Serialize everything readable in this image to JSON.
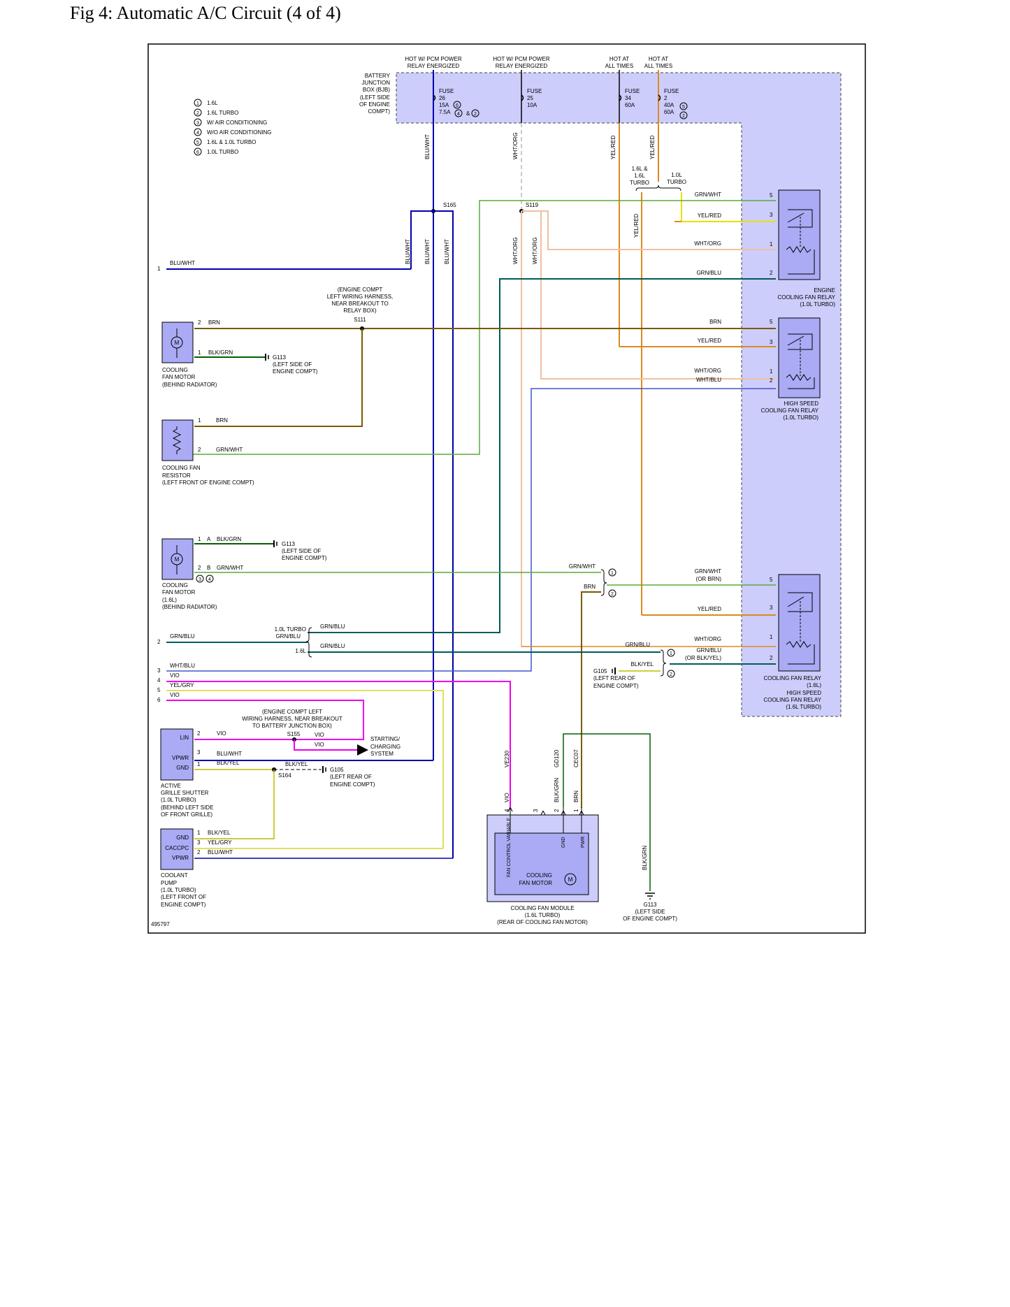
{
  "title": "Fig 4: Automatic A/C Circuit (4 of 4)",
  "figure_id": "495797",
  "legend": [
    {
      "n": "1",
      "text": "1.6L"
    },
    {
      "n": "2",
      "text": "1.6L TURBO"
    },
    {
      "n": "3",
      "text": "W/ AIR CONDITIONING"
    },
    {
      "n": "4",
      "text": "W/O AIR CONDITIONING"
    },
    {
      "n": "5",
      "text": "1.6L & 1.0L TURBO"
    },
    {
      "n": "6",
      "text": "1.0L TURBO"
    }
  ],
  "power": {
    "bjb_label": [
      "BATTERY",
      "JUNCTION",
      "BOX (BJB)",
      "(LEFT SIDE",
      "OF ENGINE",
      "COMPT)"
    ],
    "feeds": [
      {
        "id": "f26",
        "hot": [
          "HOT W/ PCM POWER",
          "RELAY ENERGIZED"
        ],
        "fuse": [
          "FUSE",
          "26",
          "15A",
          "7.5A"
        ],
        "wire": "BLU/WHT"
      },
      {
        "id": "f25",
        "hot": [
          "HOT W/ PCM POWER",
          "RELAY ENERGIZED"
        ],
        "fuse": [
          "FUSE",
          "25",
          "10A"
        ],
        "wire": "WHT/ORG"
      },
      {
        "id": "f34",
        "hot": [
          "HOT AT",
          "ALL TIMES"
        ],
        "fuse": [
          "FUSE",
          "34",
          "60A"
        ],
        "wire": "YEL/RED"
      },
      {
        "id": "f2",
        "hot": [
          "HOT AT",
          "ALL TIMES"
        ],
        "fuse": [
          "FUSE",
          "2",
          "40A",
          "60A"
        ],
        "wire": "YEL/RED"
      }
    ],
    "amp": "&",
    "branch_a": [
      "1.6L &",
      "1.6L",
      "TURBO"
    ],
    "branch_b": [
      "1.0L",
      "TURBO"
    ]
  },
  "splices": {
    "s165": "S165",
    "s119": "S119",
    "s111": "S111",
    "s111_note": [
      "(ENGINE COMPT",
      "LEFT WIRING HARNESS,",
      "NEAR BREAKOUT TO",
      "RELAY BOX)"
    ],
    "s155": "S155",
    "s155_note": [
      "(ENGINE COMPT LEFT",
      "WIRING HARNESS, NEAR BREAKOUT",
      "TO BATTERY JUNCTION BOX)"
    ],
    "s164": "S164"
  },
  "grounds": {
    "g113": "G113",
    "g113_note": [
      "(LEFT SIDE OF",
      "ENGINE COMPT)"
    ],
    "g105": "G105",
    "g105_note": [
      "(LEFT REAR OF",
      "ENGINE COMPT)"
    ],
    "g113_side": [
      "(LEFT SIDE",
      "OF ENGINE COMPT)"
    ]
  },
  "relays": {
    "engine": {
      "label": [
        "ENGINE",
        "COOLING FAN RELAY",
        "(1.0L TURBO)"
      ],
      "pins": [
        {
          "n": "5",
          "w": "GRN/WHT"
        },
        {
          "n": "3",
          "w": "YEL/RED"
        },
        {
          "n": "1",
          "w": "WHT/ORG"
        },
        {
          "n": "2",
          "w": "GRN/BLU"
        }
      ]
    },
    "high": {
      "label": [
        "HIGH SPEED",
        "COOLING FAN RELAY",
        "(1.0L TURBO)"
      ],
      "pins": [
        {
          "n": "5",
          "w": "BRN"
        },
        {
          "n": "3",
          "w": "YEL/RED"
        },
        {
          "n": "1",
          "w": "WHT/ORG"
        },
        {
          "n": "2",
          "w": "WHT/BLU"
        }
      ]
    },
    "low": {
      "label": [
        "COOLING FAN RELAY",
        "(1.6L)",
        "HIGH SPEED",
        "COOLING FAN RELAY",
        "(1.6L TURBO)"
      ],
      "pins": [
        {
          "n": "5",
          "w": "GRN/WHT",
          "w2": "(OR BRN)"
        },
        {
          "n": "3",
          "w": "YEL/RED"
        },
        {
          "n": "1",
          "w": "WHT/ORG"
        },
        {
          "n": "2",
          "w": "GRN/BLU",
          "w2": "(OR BLK/YEL)"
        }
      ]
    }
  },
  "components": {
    "motor1": {
      "label": [
        "COOLING",
        "FAN MOTOR",
        "(BEHIND RADIATOR)"
      ],
      "p2": "2",
      "w2": "BRN",
      "p1": "1",
      "w1": "BLK/GRN"
    },
    "resistor": {
      "label": [
        "COOLING FAN",
        "RESISTOR",
        "(LEFT FRONT OF ENGINE COMPT)"
      ],
      "p1": "1",
      "w1": "BRN",
      "p2": "2",
      "w2": "GRN/WHT"
    },
    "motor2": {
      "label": [
        "COOLING",
        "FAN MOTOR",
        "(1.6L)",
        "(BEHIND RADIATOR)"
      ],
      "p1": "1",
      "l1": "A",
      "w1": "BLK/GRN",
      "p2": "2",
      "l2": "B",
      "w2": "GRN/WHT"
    },
    "shutter": {
      "label": [
        "ACTIVE",
        "GRILLE SHUTTER",
        "(1.0L TURBO)",
        "(BEHIND LEFT SIDE",
        "OF FRONT GRILLE)"
      ],
      "pins": [
        {
          "name": "LIN",
          "n": "2",
          "w": "VIO"
        },
        {
          "name": "VPWR",
          "n": "3",
          "w": "BLU/WHT"
        },
        {
          "name": "GND",
          "n": "1",
          "w": "BLK/YEL"
        }
      ]
    },
    "pump": {
      "label": [
        "COOLANT",
        "PUMP",
        "(1.0L TURBO)",
        "(LEFT FRONT OF",
        "ENGINE COMPT)"
      ],
      "pins": [
        {
          "name": "GND",
          "n": "1",
          "w": "BLK/YEL"
        },
        {
          "name": "CACCPC",
          "n": "3",
          "w": "YEL/GRY"
        },
        {
          "name": "VPWR",
          "n": "2",
          "w": "BLU/WHT"
        }
      ]
    },
    "module": {
      "label": [
        "COOLING FAN MODULE",
        "(1.6L TURBO)",
        "(REAR OF COOLING FAN MOTOR)"
      ],
      "motor": [
        "COOLING",
        "FAN MOTOR"
      ],
      "pins": [
        {
          "n": "4",
          "w": "VIO",
          "c": "VE230",
          "name": "FAN CONTROL VARIABLE"
        },
        {
          "n": "3",
          "w": "",
          "c": "",
          "name": ""
        },
        {
          "n": "2",
          "w": "BLK/GRN",
          "c": "GD120",
          "name": "GND"
        },
        {
          "n": "1",
          "w": "BRN",
          "c": "CEC07",
          "name": "PWR"
        }
      ]
    },
    "starting": [
      "STARTING/",
      "CHARGING",
      "SYSTEM"
    ]
  },
  "offpage": [
    {
      "n": "1",
      "w": "BLU/WHT"
    },
    {
      "n": "2",
      "w": "GRN/BLU"
    },
    {
      "n": "3",
      "w": "WHT/BLU"
    },
    {
      "n": "4",
      "w": "VIO"
    },
    {
      "n": "5",
      "w": "YEL/GRY"
    },
    {
      "n": "6",
      "w": "VIO"
    }
  ],
  "misc": {
    "v_blu_wht": "BLU/WHT",
    "v_wht_org": "WHT/ORG",
    "v_yel_red": "YEL/RED",
    "v_blk_grn": "BLK/GRN",
    "grn_blu": "GRN/BLU",
    "turbo10": "1.0L TURBO",
    "l16": "1.6L",
    "grn_wht": "GRN/WHT",
    "brn": "BRN",
    "blk_yel": "BLK/YEL",
    "vio": "VIO",
    "blu_wht": "BLU/WHT"
  },
  "colors": {
    "blue": "#0000aa",
    "green": "#5caa3a",
    "orange": "#d98b20",
    "yellow": "#e8e000",
    "brown": "#7a5a00",
    "grn_blu": "#005a5a",
    "dkgreen": "#006000",
    "magenta": "#ee00ee",
    "ltyellow": "#e0e060",
    "peach": "#f0c0a0",
    "box": "#cdcdfc",
    "comp": "#aaaaf5"
  }
}
